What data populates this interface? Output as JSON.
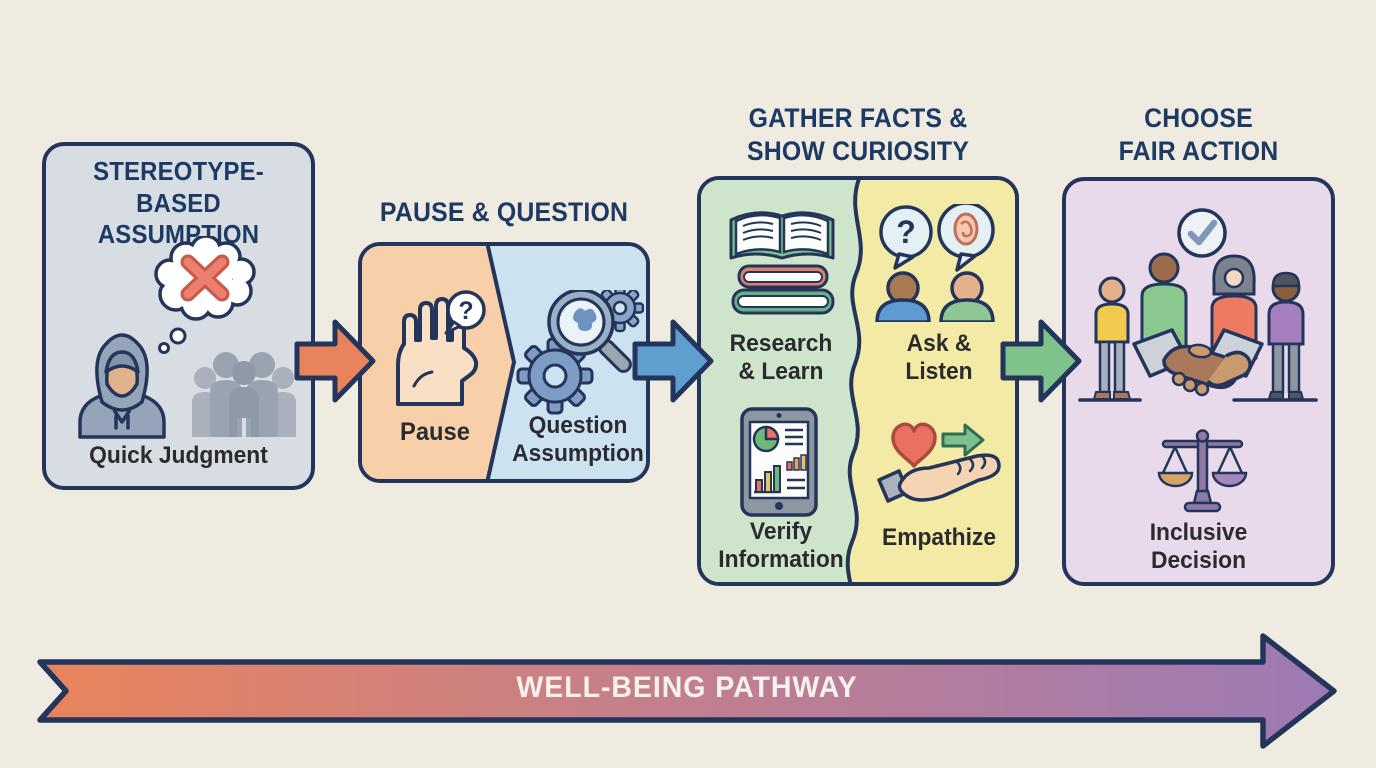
{
  "palette": {
    "background": "#f0ebe0",
    "outline_navy": "#24355b",
    "heading_navy": "#1c3a63",
    "label_dark": "#2a2a30",
    "arrow_orange": "#e8835c",
    "arrow_blue": "#5f9fd0",
    "arrow_green": "#7fc28c",
    "stage1_fill": "#d8dde4",
    "pause_fill": "#f7cfa9",
    "question_fill": "#cde2f0",
    "research_fill": "#cfe5cb",
    "curiosity_fill": "#f3eba5",
    "fair_action_fill": "#e8daea",
    "pathway_gradient": [
      "#e8845c",
      "#c27f8f",
      "#9c7ab4"
    ],
    "pathway_text": "#f7f2ea"
  },
  "glyphs": {
    "question_mark": "?"
  },
  "stages": [
    {
      "title_line1": "STEREOTYPE-BASED",
      "title_line2": "ASSUMPTION",
      "caption": "Quick Judgment",
      "icons": [
        "thought-bubble-x-icon",
        "hooded-person-icon",
        "crowd-icon"
      ]
    },
    {
      "title_line1": "PAUSE & QUESTION",
      "sections": [
        {
          "label_line1": "Pause",
          "icon": "raised-hand-icon"
        },
        {
          "label_line1": "Question",
          "label_line2": "Assumption",
          "icon": "magnifier-gears-icon"
        }
      ]
    },
    {
      "title_line1": "GATHER FACTS &",
      "title_line2": "SHOW CURIOSITY",
      "sections": [
        {
          "items": [
            {
              "label_line1": "Research",
              "label_line2": "& Learn",
              "icon": "books-icon"
            },
            {
              "label_line1": "Verify",
              "label_line2": "Information",
              "icon": "tablet-charts-icon"
            }
          ]
        },
        {
          "items": [
            {
              "label_line1": "Ask &",
              "label_line2": "Listen",
              "icon": "ask-listen-icon"
            },
            {
              "label_line1": "Empathize",
              "icon": "heart-hand-icon"
            }
          ]
        }
      ]
    },
    {
      "title_line1": "CHOOSE",
      "title_line2": "FAIR ACTION",
      "caption_line1": "Inclusive",
      "caption_line2": "Decision",
      "icons": [
        "check-circle-icon",
        "diverse-group-handshake-icon",
        "scales-icon"
      ]
    }
  ],
  "pathway": {
    "label": "WELL-BEING PATHWAY"
  }
}
